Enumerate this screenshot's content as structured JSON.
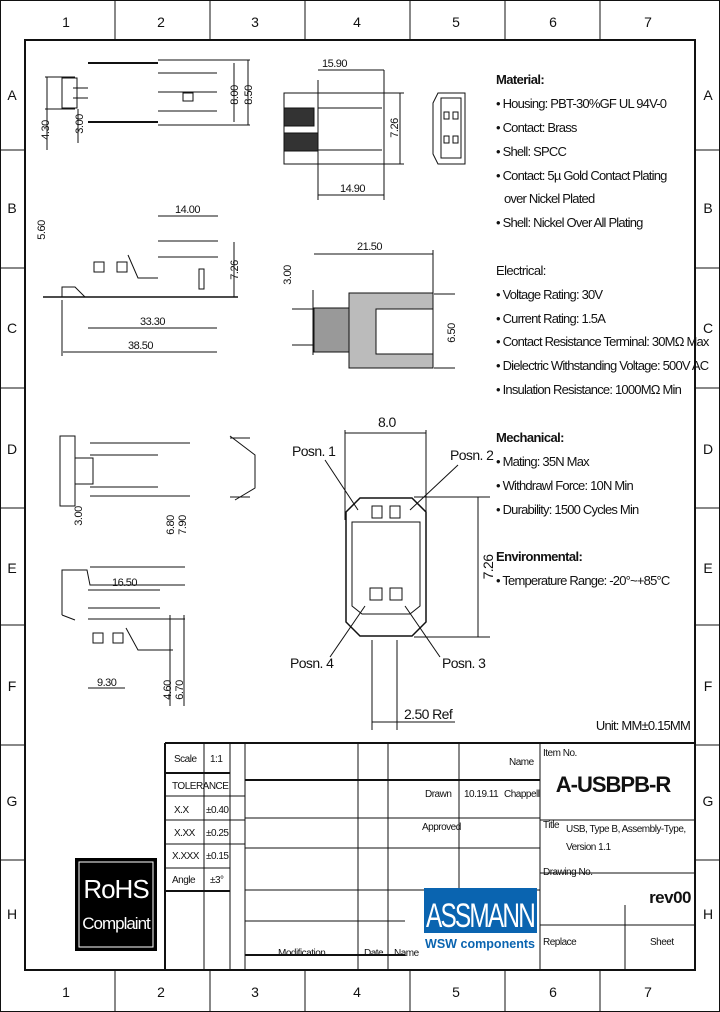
{
  "frame": {
    "columns": [
      "1",
      "2",
      "3",
      "4",
      "5",
      "6",
      "7"
    ],
    "rows": [
      "A",
      "B",
      "C",
      "D",
      "E",
      "F",
      "G",
      "H"
    ]
  },
  "dimensions": {
    "top_left": [
      "8.00",
      "8.50",
      "4.30",
      "3.00"
    ],
    "top_mid": [
      "15.90",
      "7.26",
      "14.90"
    ],
    "side_left": [
      "14.00",
      "5.60",
      "7.26",
      "33.30",
      "38.50"
    ],
    "section": [
      "21.50",
      "3.00",
      "6.50"
    ],
    "mid_left": [
      "3.00",
      "6.80",
      "7.90"
    ],
    "bottom_left": [
      "16.50",
      "9.30",
      "4.60",
      "6.70"
    ],
    "face": {
      "width": "8.0",
      "height": "7.26",
      "ref": "2.50 Ref"
    }
  },
  "positions": [
    "Posn. 1",
    "Posn. 2",
    "Posn. 3",
    "Posn. 4"
  ],
  "specs": {
    "material": {
      "title": "Material:",
      "items": [
        "Housing: PBT-30%GF UL 94V-0",
        "Contact: Brass",
        "Shell: SPCC",
        "Contact: 5µ Gold Contact Plating",
        "over Nickel Plated",
        "Shell: Nickel Over All Plating"
      ]
    },
    "electrical": {
      "title": "Electrical:",
      "items": [
        "Voltage Rating: 30V",
        "Current Rating: 1.5A",
        "Contact Resistance Terminal: 30MΩ Max",
        "Dielectric Withstanding Voltage: 500V AC",
        "Insulation Resistance: 1000MΩ Min"
      ]
    },
    "mechanical": {
      "title": "Mechanical:",
      "items": [
        "Mating: 35N Max",
        "Withdrawl Force: 10N Min",
        "Durability: 1500 Cycles Min"
      ]
    },
    "environmental": {
      "title": "Environmental:",
      "items": [
        "Temperature Range: -20°~+85°C"
      ]
    }
  },
  "unit": "Unit: MM±0.15MM",
  "title_block": {
    "scale_label": "Scale",
    "scale_value": "1:1",
    "tolerance_label": "TOLERANCE",
    "tolerances": [
      {
        "k": "X.X",
        "v": "±0.40"
      },
      {
        "k": "X.XX",
        "v": "±0.25"
      },
      {
        "k": "X.XXX",
        "v": "±0.15"
      },
      {
        "k": "Angle",
        "v": "±3°"
      }
    ],
    "name_label": "Name",
    "drawn_label": "Drawn",
    "drawn_date": "10.19.11",
    "drawn_name": "Chappell",
    "approved_label": "Approved",
    "modification_label": "Modification",
    "date_label": "Date",
    "name_col_label": "Name",
    "item_no_label": "Item No.",
    "item_no": "A-USBPB-R",
    "title_label": "Title",
    "title_line1": "USB, Type B, Assembly-Type,",
    "title_line2": "Version 1.1",
    "drawing_no_label": "Drawing No.",
    "revision": "rev00",
    "replace_label": "Replace",
    "sheet_label": "Sheet"
  },
  "logo": {
    "brand": "ASSMANN",
    "sub": "WSW components",
    "color": "#0a64b0"
  },
  "rohs": {
    "line1": "RoHS",
    "line2": "Complaint"
  }
}
